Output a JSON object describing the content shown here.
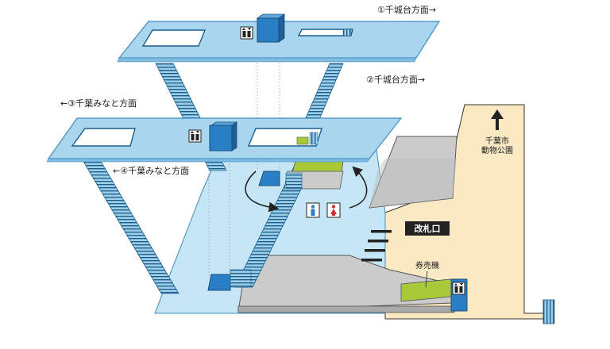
{
  "labels": {
    "dir1": "①千城台方面→",
    "dir2": "②千城台方面→",
    "dir3": "←③千葉みなと方面",
    "dir4": "←④千葉みなと方面",
    "zoo_line1": "千葉市",
    "zoo_line2": "動物公園",
    "ticket_gate": "改札口",
    "ticket_machine": "券売機"
  },
  "colors": {
    "platform": "#a9d6ee",
    "platform_edge": "#3e8dc0",
    "concourse": "#c6e6f6",
    "ground": "#fbe9c4",
    "building_gray": "#cbcbcb",
    "elevator_blue": "#2a7fc4",
    "green_area": "#a9c93a",
    "stair_dark": "#1c5f8e"
  },
  "icons": [
    "elevator-icon",
    "restroom-male-icon",
    "restroom-female-icon",
    "arrow-up-icon"
  ]
}
